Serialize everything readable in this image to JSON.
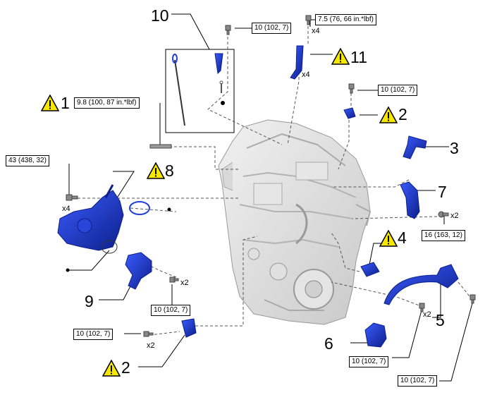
{
  "callouts": {
    "c1": "1",
    "c2_top": "2",
    "c2_bottom": "2",
    "c3": "3",
    "c4": "4",
    "c5": "5",
    "c6": "6",
    "c7": "7",
    "c8": "8",
    "c9": "9",
    "c10": "10",
    "c11": "11"
  },
  "torque": {
    "t_top_bolt": "10 (102, 7)",
    "t_top_right": "7.5 (76, 66 in.*lbf)",
    "t_1": "9.8 (100, 87 in.*lbf)",
    "t_2top": "10 (102, 7)",
    "t_8": "43 (438, 32)",
    "t_7": "16 (163, 12)",
    "t_9": "10 (102, 7)",
    "t_2bottom": "10 (102, 7)",
    "t_6": "10 (102, 7)",
    "t_5": "10 (102, 7)"
  },
  "quantities": {
    "q_top": "x4",
    "q_11": "x4",
    "q_8": "x4",
    "q_7": "x2",
    "q_9": "x2",
    "q_2bottom": "x2",
    "q_6": "x2"
  },
  "icons": {
    "warning": "caution-triangle-icon",
    "bolt": "bolt-icon",
    "oring": "o-ring-icon"
  },
  "colors": {
    "part_blue": "#1f3fd8",
    "part_blue_dark": "#0c1f8a",
    "engine_gray": "#dcdcdc",
    "warning_yellow": "#f6e700"
  }
}
